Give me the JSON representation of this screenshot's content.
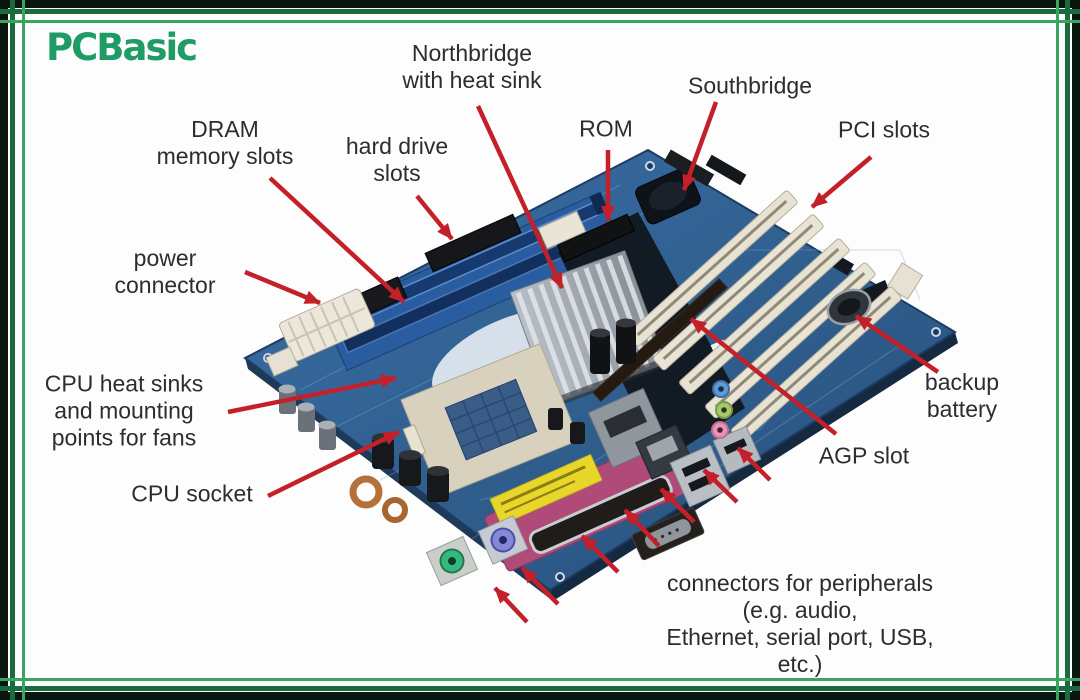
{
  "logo": {
    "text": "PCBasic"
  },
  "figure": {
    "kind": "labeled motherboard diagram",
    "labels": {
      "northbridge": {
        "text": "Northbridge\nwith heat sink"
      },
      "southbridge": {
        "text": "Southbridge"
      },
      "rom": {
        "text": "ROM"
      },
      "pci": {
        "text": "PCI slots"
      },
      "dram": {
        "text": "DRAM\nmemory slots"
      },
      "hdd": {
        "text": "hard drive\nslots"
      },
      "power": {
        "text": "power\nconnector"
      },
      "heatsinks": {
        "text": "CPU heat sinks\nand mounting\npoints for fans"
      },
      "socket": {
        "text": "CPU socket"
      },
      "battery": {
        "text": "backup battery"
      },
      "agp": {
        "text": "AGP slot"
      },
      "peripherals": {
        "text": "connectors for peripherals (e.g. audio,\nEthernet, serial port, USB, etc.)"
      }
    }
  },
  "colors": {
    "arrow_red": "#c4202a",
    "frame_dark_green": "#1a6b3d",
    "frame_light_green": "#3aa563",
    "logo_green": "#1f9c66",
    "pcb_blue": "#35659c",
    "pci_slot_cream": "#e7e2d2",
    "label_text": "#2d2d2d"
  }
}
